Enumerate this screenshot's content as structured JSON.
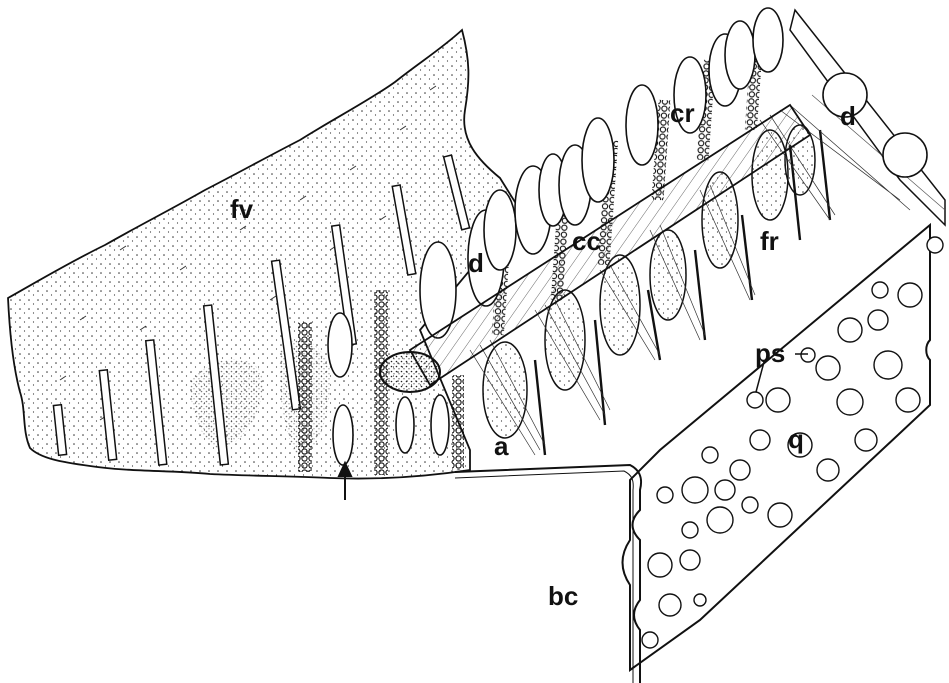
{
  "figure": {
    "labels": {
      "fv": "fv",
      "d_left": "d",
      "d_right": "d",
      "cr": "cr",
      "cc": "cc",
      "fr": "fr",
      "ps": "ps",
      "q": "q",
      "a": "a",
      "bc": "bc"
    }
  }
}
